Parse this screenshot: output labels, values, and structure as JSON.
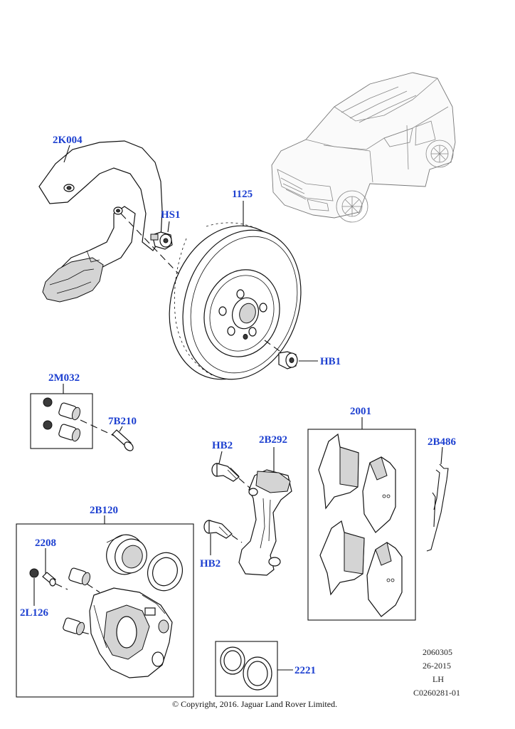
{
  "callouts": {
    "c2K004": "2K004",
    "cHS1": "HS1",
    "c1125": "1125",
    "cHB1": "HB1",
    "c2M032": "2M032",
    "c7B210": "7B210",
    "cHB2_top": "HB2",
    "c2B292": "2B292",
    "cHB2_bottom": "HB2",
    "c2001": "2001",
    "c2B486": "2B486",
    "c2B120": "2B120",
    "c2208": "2208",
    "c2L126": "2L126",
    "c2221": "2221"
  },
  "reference": {
    "line1": "2060305",
    "line2": "26-2015",
    "line3": "LH",
    "line4": "C0260281-01"
  },
  "copyright": "© Copyright, 2016. Jaguar Land Rover Limited.",
  "colors": {
    "callout": "#1c3fd0",
    "line": "#111111",
    "background": "#ffffff"
  }
}
